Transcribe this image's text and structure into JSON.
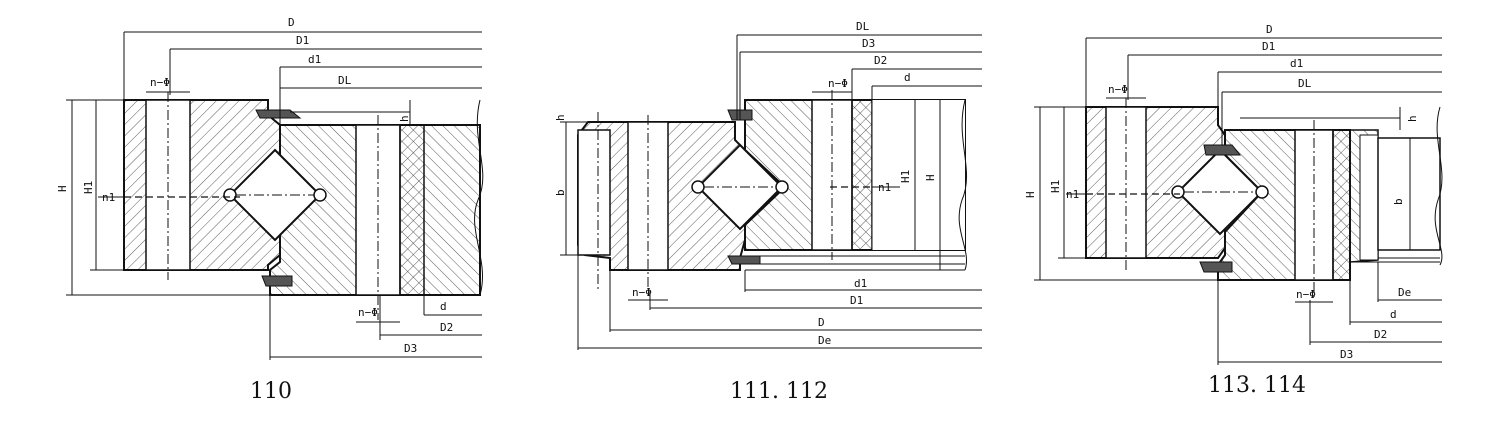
{
  "drawings": [
    {
      "caption": "110",
      "labels": {
        "D": "D",
        "D1": "D1",
        "d1": "d1",
        "DL": "DL",
        "h": "h",
        "H": "H",
        "H1": "H1",
        "n1": "n1",
        "n_phi_top": "n−Φ",
        "n_phi_bottom": "n−Φ",
        "d": "d",
        "D2": "D2",
        "D3": "D3"
      }
    },
    {
      "caption": "111. 112",
      "labels": {
        "DL": "DL",
        "D3": "D3",
        "D2": "D2",
        "d": "d",
        "n_phi_top": "n−Φ",
        "h": "h",
        "b": "b",
        "H1": "H1",
        "H": "H",
        "n1": "n1",
        "d1": "d1",
        "D1": "D1",
        "n_phi_bottom": "n−Φ",
        "D": "D",
        "De": "De"
      }
    },
    {
      "caption": "113. 114",
      "labels": {
        "D": "D",
        "D1": "D1",
        "d1": "d1",
        "DL": "DL",
        "n_phi_top": "n−Φ",
        "h": "h",
        "H": "H",
        "H1": "H1",
        "n1": "n1",
        "b": "b",
        "n_phi_bottom": "n−Φ",
        "De": "De",
        "d": "d",
        "D2": "D2",
        "D3": "D3"
      }
    }
  ]
}
